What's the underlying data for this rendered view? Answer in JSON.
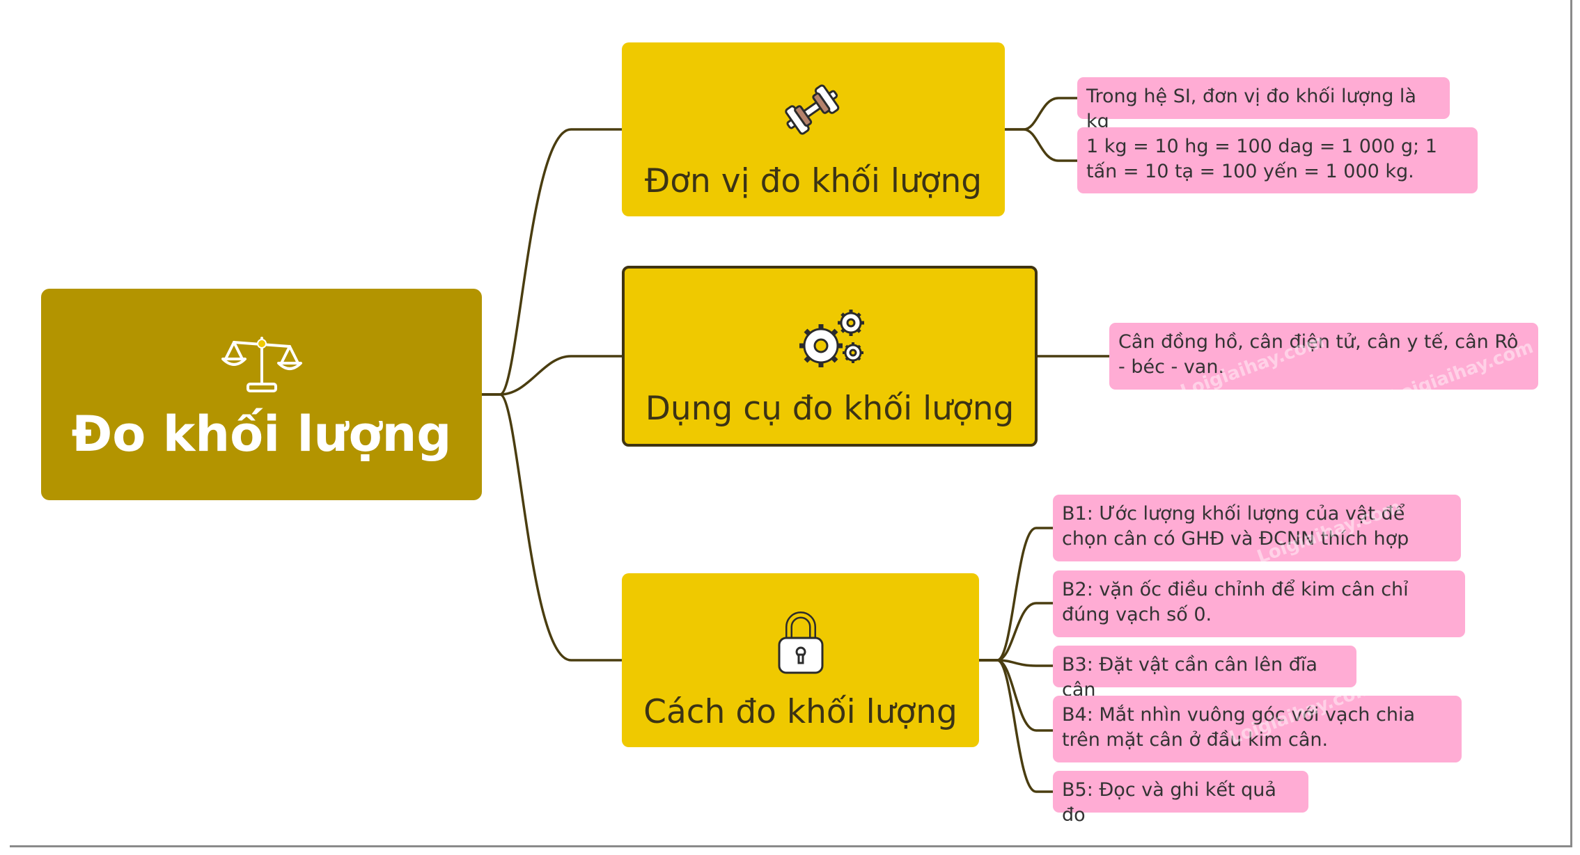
{
  "diagram": {
    "root": {
      "label": "Đo khối lượng",
      "icon": "balance-scale-icon"
    },
    "topics": [
      {
        "label": "Đơn vị đo khối lượng",
        "icon": "dumbbell-icon",
        "leaves": [
          "Trong hệ SI, đơn vị đo khối lượng là kg",
          "1 kg = 10 hg = 100 dag = 1 000 g; 1 tấn = 10 tạ = 100 yến = 1 000 kg."
        ]
      },
      {
        "label": "Dụng cụ đo khối lượng",
        "icon": "gears-icon",
        "leaves": [
          "Cân đồng hồ, cân điện tử, cân y tế, cân Rô - béc - van."
        ]
      },
      {
        "label": "Cách đo khối lượng",
        "icon": "padlock-icon",
        "leaves": [
          "B1: Ước lượng khối lượng của vật để chọn cân có GHĐ và ĐCNN thích hợp",
          "B2: vặn ốc điều chỉnh để kim cân chỉ đúng vạch số 0.",
          "B3: Đặt vật cần cân lên đĩa cân",
          "B4: Mắt nhìn vuông góc với vạch chia trên mặt cân ở đầu kim cân.",
          "B5: Đọc và ghi kết quả đo"
        ]
      }
    ],
    "watermark": "Loigiaihay.com",
    "colors": {
      "root": "#b39400",
      "topic": "#efc900",
      "leaf": "#ffacd4",
      "connector": "#4a3d10"
    }
  }
}
